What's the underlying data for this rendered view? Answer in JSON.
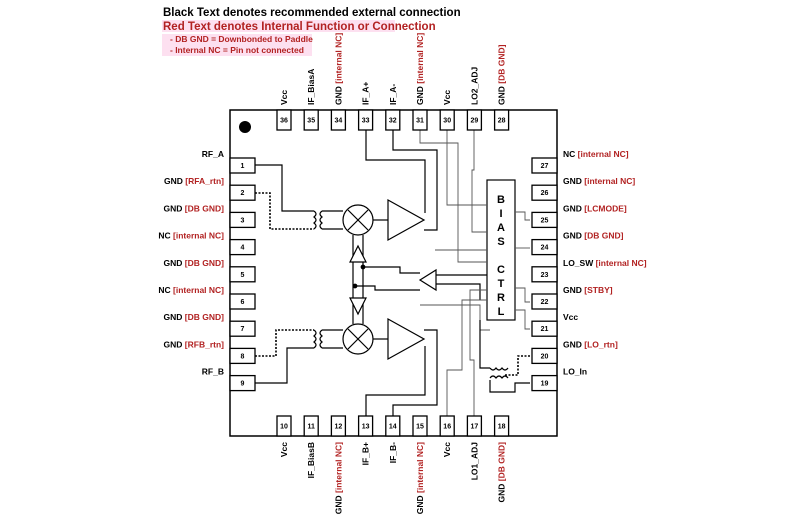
{
  "legend": {
    "line1": "Black Text denotes recommended external connection",
    "line2": "Red Text denotes Internal Function or Connection",
    "line3": "- DB GND = Downbonded to Paddle",
    "line4": "- Internal NC = Pin not connected"
  },
  "bias_block": {
    "letters": [
      "B",
      "I",
      "A",
      "S",
      "",
      "C",
      "T",
      "R",
      "L"
    ]
  },
  "colors": {
    "black_text": "#000000",
    "red_text": "#b22222",
    "red_highlight": "#fde0f0"
  },
  "pins": {
    "left": [
      {
        "num": "1",
        "label": "RF_A",
        "internal": ""
      },
      {
        "num": "2",
        "label": "GND",
        "internal": "[RFA_rtn]"
      },
      {
        "num": "3",
        "label": "GND",
        "internal": "[DB GND]"
      },
      {
        "num": "4",
        "label": "NC",
        "internal": "[internal NC]"
      },
      {
        "num": "5",
        "label": "GND",
        "internal": "[DB GND]"
      },
      {
        "num": "6",
        "label": "NC",
        "internal": "[internal NC]"
      },
      {
        "num": "7",
        "label": "GND",
        "internal": "[DB GND]"
      },
      {
        "num": "8",
        "label": "GND",
        "internal": "[RFB_rtn]"
      },
      {
        "num": "9",
        "label": "RF_B",
        "internal": ""
      }
    ],
    "bottom": [
      {
        "num": "10",
        "label": "Vcc",
        "internal": ""
      },
      {
        "num": "11",
        "label": "IF_BiasB",
        "internal": ""
      },
      {
        "num": "12",
        "label": "GND",
        "internal": "[internal NC]"
      },
      {
        "num": "13",
        "label": "IF_B+",
        "internal": ""
      },
      {
        "num": "14",
        "label": "IF_B-",
        "internal": ""
      },
      {
        "num": "15",
        "label": "GND",
        "internal": "[internal NC]"
      },
      {
        "num": "16",
        "label": "Vcc",
        "internal": ""
      },
      {
        "num": "17",
        "label": "LO1_ADJ",
        "internal": ""
      },
      {
        "num": "18",
        "label": "GND",
        "internal": "[DB GND]"
      }
    ],
    "right": [
      {
        "num": "27",
        "label": "NC",
        "internal": "[internal NC]"
      },
      {
        "num": "26",
        "label": "GND",
        "internal": "[internal NC]"
      },
      {
        "num": "25",
        "label": "GND",
        "internal": "[LCMODE]"
      },
      {
        "num": "24",
        "label": "GND",
        "internal": "[DB GND]"
      },
      {
        "num": "23",
        "label": "LO_SW",
        "internal": "[internal NC]"
      },
      {
        "num": "22",
        "label": "GND",
        "internal": "[STBY]"
      },
      {
        "num": "21",
        "label": "Vcc",
        "internal": ""
      },
      {
        "num": "20",
        "label": "GND",
        "internal": "[LO_rtn]"
      },
      {
        "num": "19",
        "label": "LO_In",
        "internal": ""
      }
    ],
    "top": [
      {
        "num": "36",
        "label": "Vcc",
        "internal": ""
      },
      {
        "num": "35",
        "label": "IF_BiasA",
        "internal": ""
      },
      {
        "num": "34",
        "label": "GND",
        "internal": "[internal NC]"
      },
      {
        "num": "33",
        "label": "IF_A+",
        "internal": ""
      },
      {
        "num": "32",
        "label": "IF_A-",
        "internal": ""
      },
      {
        "num": "31",
        "label": "GND",
        "internal": "[internal NC]"
      },
      {
        "num": "30",
        "label": "Vcc",
        "internal": ""
      },
      {
        "num": "29",
        "label": "LO2_ADJ",
        "internal": ""
      },
      {
        "num": "28",
        "label": "GND",
        "internal": "[DB GND]"
      }
    ]
  }
}
